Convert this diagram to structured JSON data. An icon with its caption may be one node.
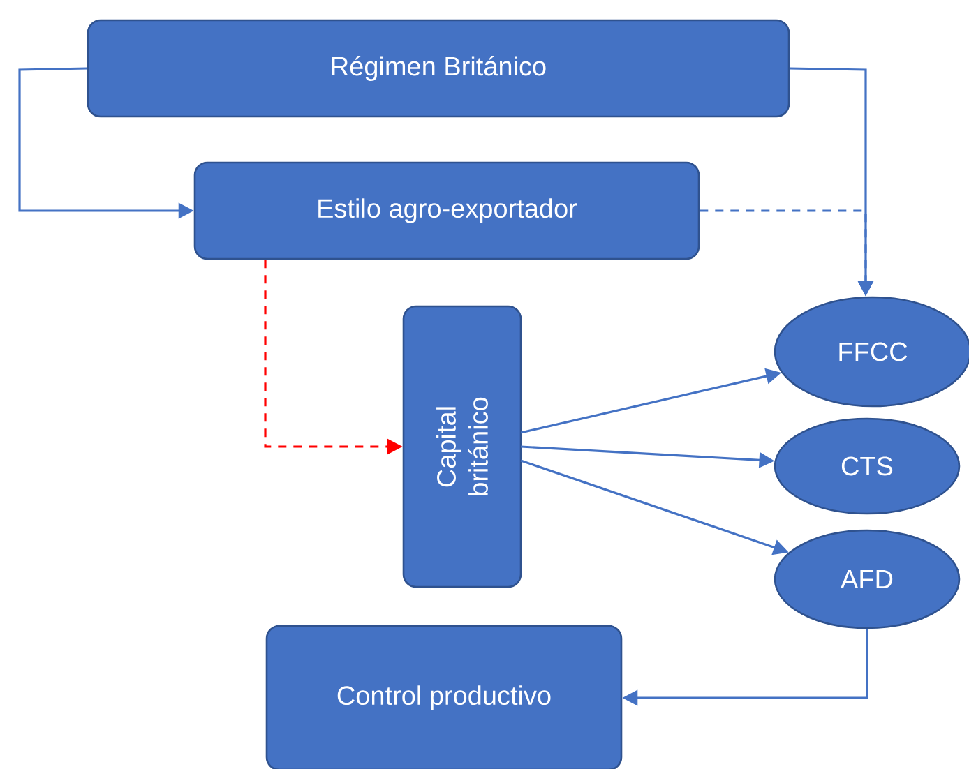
{
  "diagram": {
    "nodes": [
      {
        "text": [
          "Régimen Británico"
        ]
      },
      {
        "text": [
          "Estilo agro-exportador"
        ]
      },
      {
        "text": [
          "Capital británico"
        ]
      },
      {
        "text": [
          "FFCC"
        ]
      },
      {
        "text": [
          "CTS"
        ]
      },
      {
        "text": [
          "AFD"
        ]
      },
      {
        "text": [
          "Control productivo"
        ]
      }
    ],
    "edges": [
      {
        "from": 0,
        "to": 1,
        "arrow": "to"
      },
      {
        "from": 0,
        "to": 3,
        "arrow": "to"
      },
      {
        "from": 1,
        "to": 3,
        "arrow": "to",
        "style": "dashed"
      },
      {
        "from": 1,
        "to": 2,
        "arrow": "to",
        "style": "dashed",
        "color": "#ff0000"
      },
      {
        "from": 2,
        "to": 3,
        "arrow": "to"
      },
      {
        "from": 2,
        "to": 4,
        "arrow": "to"
      },
      {
        "from": 2,
        "to": 5,
        "arrow": "to"
      },
      {
        "from": 5,
        "to": 6,
        "arrow": "to"
      }
    ]
  }
}
